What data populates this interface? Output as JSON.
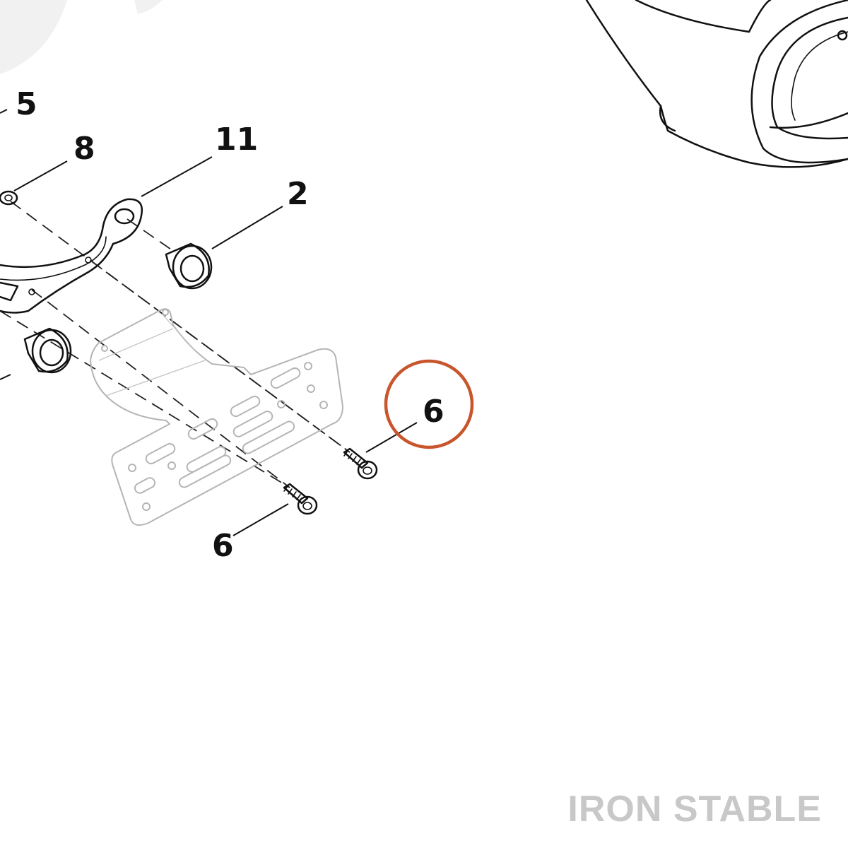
{
  "callouts": {
    "part_5": "5",
    "part_8": "8",
    "part_11": "11",
    "part_2": "2",
    "part_6_highlighted": "6",
    "part_6_lower": "6"
  },
  "highlight": {
    "target": "part_6_highlighted",
    "color": "#c8552b"
  },
  "brand": {
    "text": "IRON STABLE",
    "color": "#c8c8c8"
  }
}
